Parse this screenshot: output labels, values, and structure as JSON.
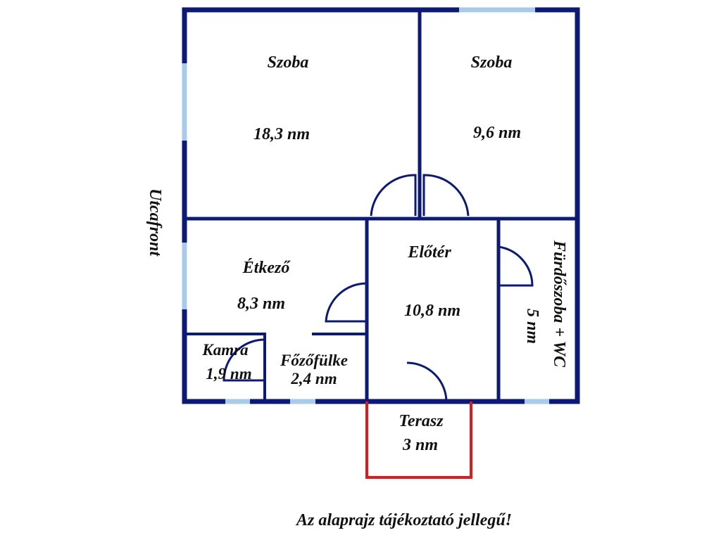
{
  "colors": {
    "wall": "#0d1a73",
    "window": "#a9cbea",
    "terrace": "#e0191c",
    "text": "#111111",
    "background": "#ffffff"
  },
  "rooms": {
    "szoba_large": {
      "name": "Szoba",
      "area": "18,3 nm"
    },
    "szoba_small": {
      "name": "Szoba",
      "area": "9,6 nm"
    },
    "etkezo": {
      "name": "Étkező",
      "area": "8,3 nm"
    },
    "eloter": {
      "name": "Előtér",
      "area": "10,8 nm"
    },
    "furdo": {
      "name": "Fürdőszoba + WC",
      "area": "5 nm"
    },
    "kamra": {
      "name": "Kamra",
      "area": "1,9 nm"
    },
    "fozofulke": {
      "name": "Főzőfülke",
      "area": "2,4 nm"
    },
    "terasz": {
      "name": "Terasz",
      "area": "3 nm"
    }
  },
  "street_label": "Utcafront",
  "disclaimer": "Az alaprajz tájékoztató jellegű!"
}
